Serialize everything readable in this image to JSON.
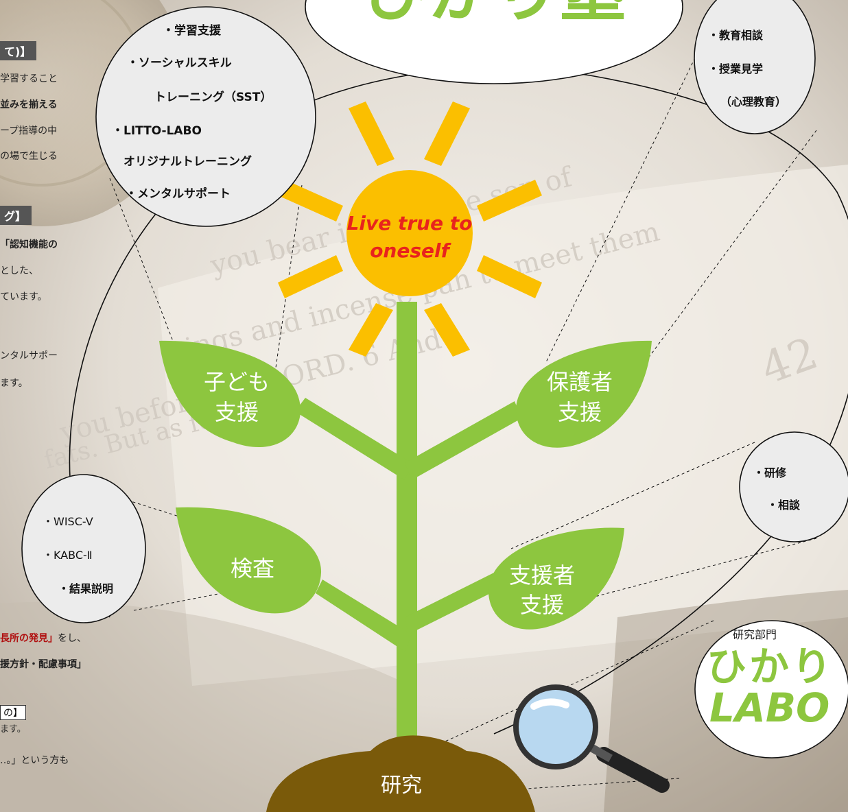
{
  "title_fragment": "ひかり塾",
  "center_motto": "Live true to oneself",
  "center_motto_lines": [
    "Live true to",
    "oneself"
  ],
  "leaves": {
    "child": [
      "子ども",
      "支援"
    ],
    "guardian": [
      "保護者",
      "支援"
    ],
    "assessment": [
      "検査"
    ],
    "supporter": [
      "支援者",
      "支援"
    ]
  },
  "root_label": "研究",
  "labo": {
    "small": "研究部門",
    "line1": "ひかり",
    "line2": "LABO"
  },
  "bubbles": {
    "child": [
      "・学習支援",
      "・ソーシャルスキル",
      "トレーニング（SST）",
      "・LITTO-LABO",
      "オリジナルトレーニング",
      "・メンタルサポート"
    ],
    "guardian": [
      "・教育相談",
      "・授業見学",
      "（心理教育）"
    ],
    "supporter": [
      "・研修",
      "・相談"
    ],
    "assessment": [
      "・WISC-V",
      "・KABC-Ⅱ",
      "・結果説明"
    ]
  },
  "left_fragments": {
    "header1": "て)】",
    "line1": "学習すること",
    "line2": "並みを揃える",
    "line3": "ープ指導の中",
    "line4": "の場で生じる",
    "header2": "グ】",
    "line5": "「認知機能の",
    "line6": "とした、",
    "line7": "ています。",
    "line8": "ンタルサポー",
    "line9": "ます。",
    "line10": "長所の発見」をし、",
    "line11": "援方針・配慮事項」",
    "boxed": "の】",
    "line12": "ます。",
    "line13": "‥。」という方も"
  },
  "colors": {
    "leaf": "#8dc63f",
    "stem": "#8dc63f",
    "sun": "#fbbf00",
    "motto": "#e8231d",
    "soil": "#7a5a0a",
    "logo": "#8dc63f"
  }
}
